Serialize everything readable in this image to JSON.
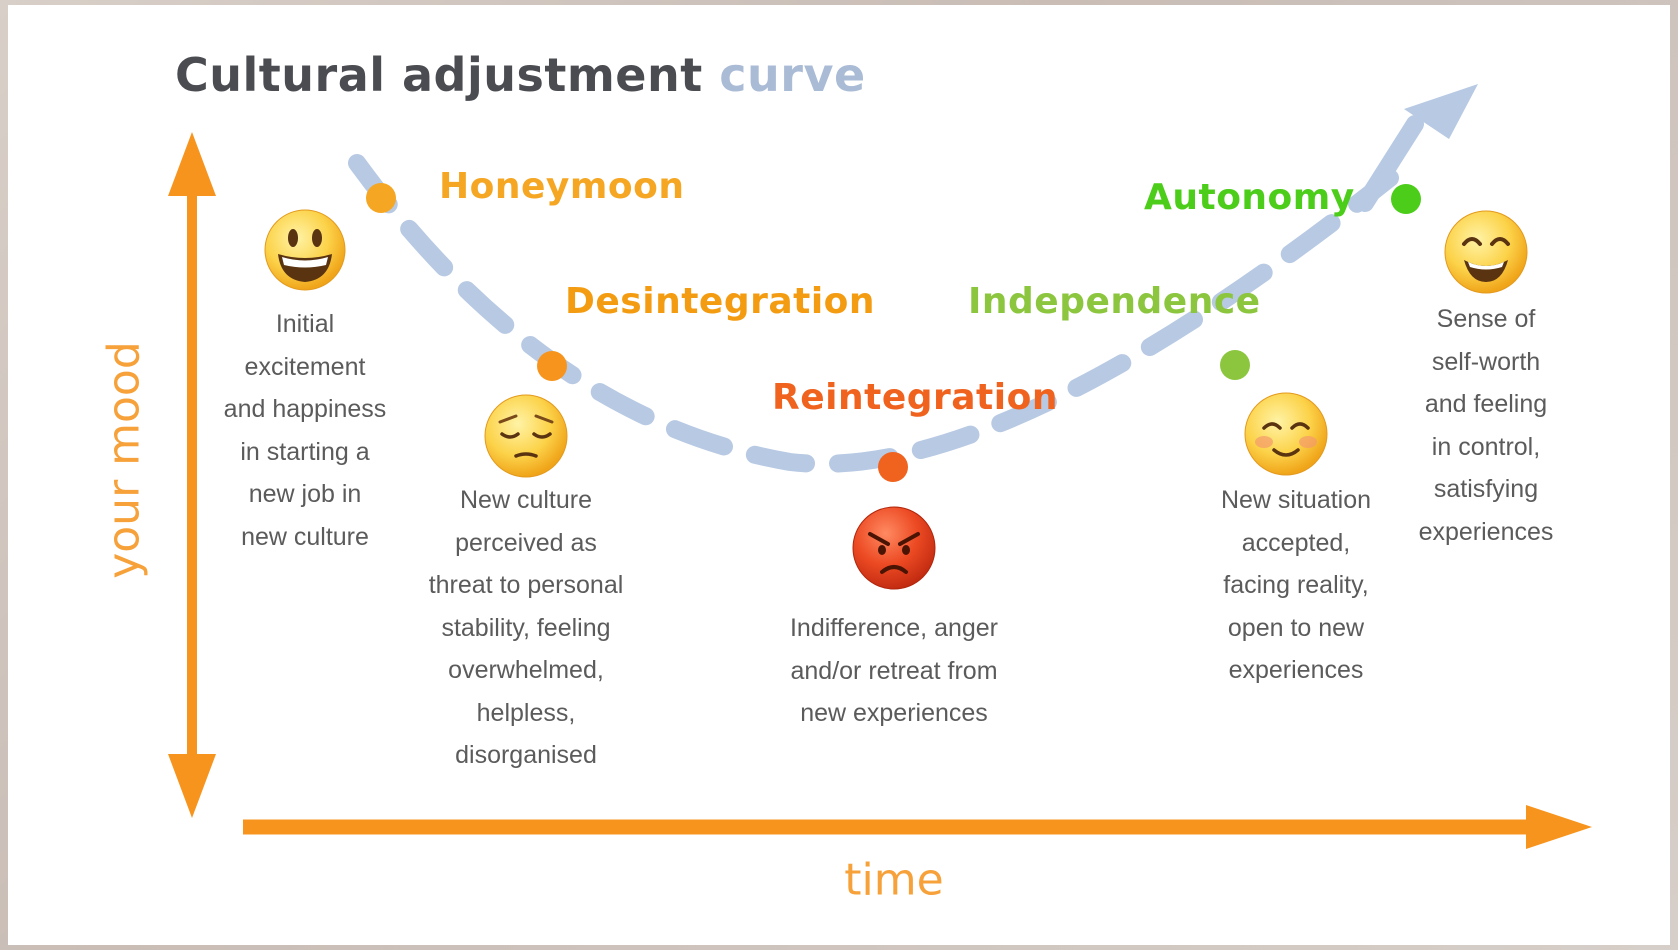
{
  "title": {
    "main": "Cultural adjustment",
    "accent": "curve"
  },
  "axes": {
    "y_label": "your mood",
    "x_label": "time"
  },
  "stages": {
    "honeymoon": {
      "label": "Honeymoon",
      "color": "#f5a623"
    },
    "desintegration": {
      "label": "Desintegration",
      "color": "#f39c12"
    },
    "reintegration": {
      "label": "Reintegration",
      "color": "#f0631f"
    },
    "independence": {
      "label": "Independence",
      "color": "#8cc63f"
    },
    "autonomy": {
      "label": "Autonomy",
      "color": "#4ccd1a"
    }
  },
  "descriptions": {
    "honeymoon": "Initial\nexcitement\nand happiness\nin starting a\nnew job in\nnew culture",
    "desintegration": "New culture\nperceived as\nthreat to personal\nstability, feeling\noverwhelmed,\nhelpless,\ndisorganised",
    "reintegration": "Indifference, anger\nand/or retreat from\nnew experiences",
    "independence": "New situation\naccepted,\nfacing reality,\nopen to new\nexperiences",
    "autonomy": "Sense of\nself-worth\nand feeling\nin control,\nsatisfying\nexperiences"
  },
  "icons": {
    "honeymoon": "grinning-face-icon",
    "desintegration": "pensive-face-icon",
    "reintegration": "angry-face-icon",
    "independence": "blushing-smile-face-icon",
    "autonomy": "smiling-face-icon"
  },
  "colors": {
    "axis": "#f7941d",
    "curve": "#b7c9e3",
    "text": "#5b5b5b",
    "title": "#4a4c52",
    "title_accent": "#aabbd6"
  }
}
